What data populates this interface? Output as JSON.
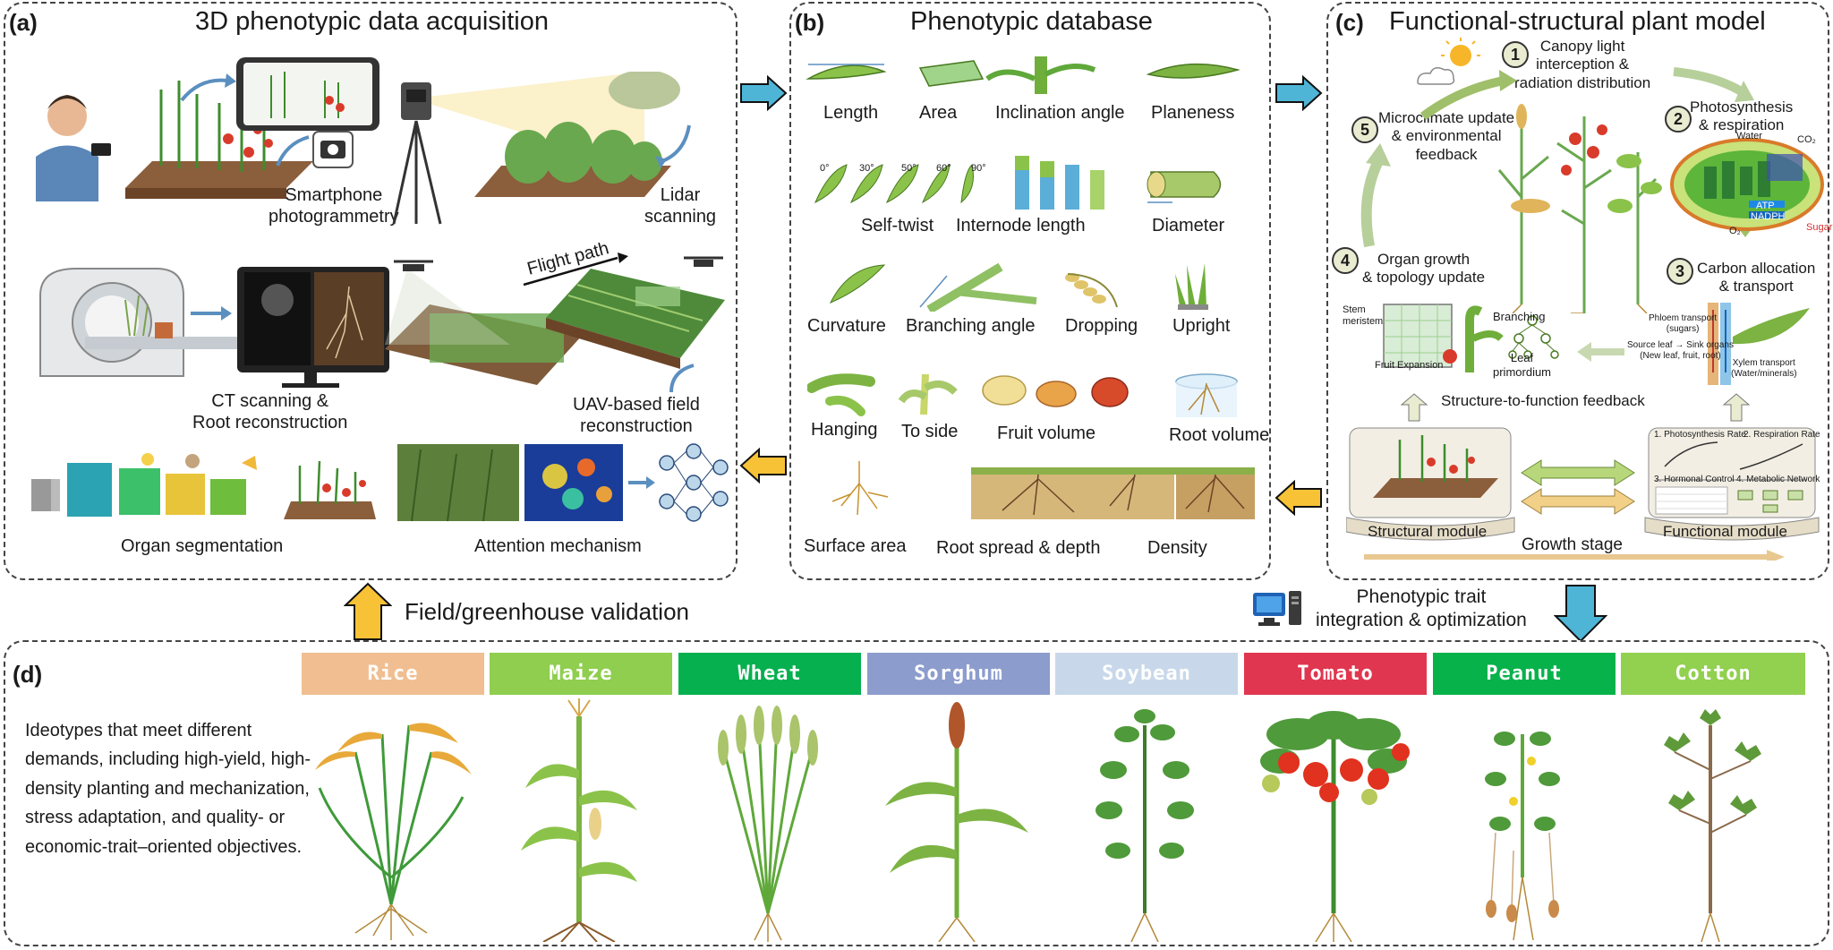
{
  "panels": {
    "a": {
      "label": "(a)",
      "title": "3D phenotypic data acquisition",
      "smartphone": "Smartphone\nphotogrammetry",
      "lidar": "Lidar\nscanning",
      "ct": "CT scanning &\nRoot reconstruction",
      "flight_path": "Flight path",
      "uav": "UAV-based field\nreconstruction",
      "organ_seg": "Organ segmentation",
      "attention": "Attention mechanism"
    },
    "b": {
      "label": "(b)",
      "title": "Phenotypic database",
      "traits": [
        "Length",
        "Area",
        "Inclination angle",
        "Planeness",
        "Self-twist",
        "Internode length",
        "Diameter",
        "Curvature",
        "Branching angle",
        "Dropping",
        "Upright",
        "Hanging",
        "To side",
        "Fruit volume",
        "Root volume",
        "Surface area",
        "Root spread & depth",
        "Density"
      ],
      "angles": [
        "0°",
        "30°",
        "50°",
        "60°",
        "90°"
      ]
    },
    "c": {
      "label": "(c)",
      "title": "Functional-structural plant model",
      "steps": [
        {
          "num": "1",
          "text": "Canopy light\ninterception &\nradiation distribution"
        },
        {
          "num": "2",
          "text": "Photosynthesis\n& respiration"
        },
        {
          "num": "3",
          "text": "Carbon allocation\n& transport"
        },
        {
          "num": "4",
          "text": "Organ growth\n& topology update"
        },
        {
          "num": "5",
          "text": "Microclimate update\n& environmental\nfeedback"
        }
      ],
      "stem_meristem": "Stem\nmeristem",
      "branching": "Branching",
      "leaf_primordium": "Leaf\nprimordium",
      "fruit_expansion": "Fruit Expansion",
      "phloem": "Phloem transport\n(sugars)",
      "source_sink": "Source leaf → Sink organs\n(New leaf, fruit, root)",
      "xylem": "Xylem transport\n(Water/minerals)",
      "feedback": "Structure-to-function feedback",
      "structural_module": "Structural module",
      "functional_module": "Functional module",
      "growth_stage": "Growth stage",
      "func_items": [
        "1. Photosynthesis Rate",
        "2. Respiration Rate",
        "3. Hormonal Control",
        "4. Metabolic Network"
      ],
      "chloro_labels": [
        "ATP",
        "NADPH",
        "Sugar",
        "CO₂",
        "O₂",
        "Water"
      ]
    },
    "d": {
      "label": "(d)",
      "ideotype_text": "Ideotypes that meet different demands, including high-yield, high-density planting and mechanization, stress adaptation, and quality- or economic-trait–oriented objectives.",
      "crops": [
        {
          "name": "Rice",
          "color": "#f0be91"
        },
        {
          "name": "Maize",
          "color": "#8fce4e"
        },
        {
          "name": "Wheat",
          "color": "#06b04f"
        },
        {
          "name": "Sorghum",
          "color": "#8c9ccc"
        },
        {
          "name": "Soybean",
          "color": "#c8d8ea"
        },
        {
          "name": "Tomato",
          "color": "#e0364f"
        },
        {
          "name": "Peanut",
          "color": "#07b24a"
        },
        {
          "name": "Cotton",
          "color": "#92d050"
        }
      ]
    }
  },
  "connectors": {
    "validation": "Field/greenhouse validation",
    "integration": "Phenotypic trait\nintegration & optimization"
  },
  "colors": {
    "arrow_blue": "#4fb5d6",
    "arrow_yellow": "#f7c236",
    "border": "#444444",
    "leaf_green": "#5fa83a",
    "soil": "#8b5e3c"
  }
}
